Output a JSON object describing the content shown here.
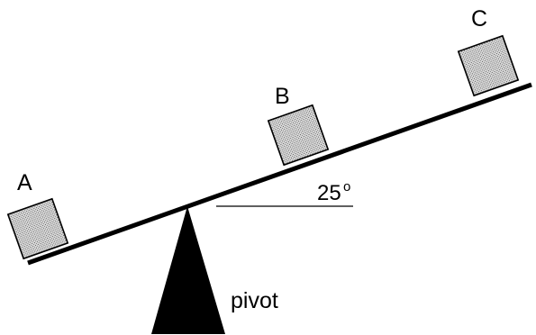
{
  "labels": {
    "box_a": "A",
    "box_b": "B",
    "box_c": "C",
    "angle_value": "25",
    "angle_unit": "o",
    "pivot": "pivot"
  },
  "colors": {
    "ink": "#000000",
    "box_fill": "#d8d8d8",
    "box_dot": "#555555",
    "background": "#ffffff"
  }
}
